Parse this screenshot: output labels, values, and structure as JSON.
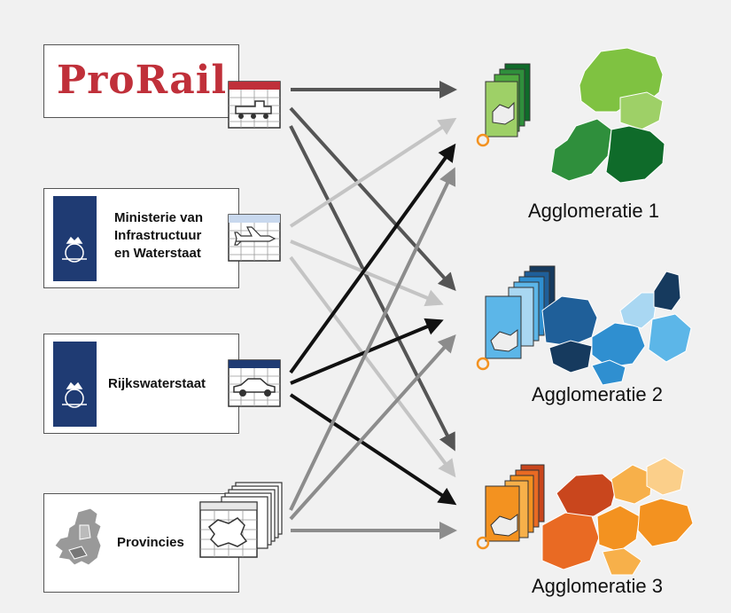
{
  "sources": [
    {
      "id": "prorail",
      "logo_text": "ProRail",
      "label": "",
      "icon": "train-icon",
      "header_color": "#c0303a"
    },
    {
      "id": "ministerie",
      "label_lines": [
        "Ministerie van",
        "Infrastructuur",
        "en Waterstaat"
      ],
      "icon": "airplane-icon",
      "header_color": "#c8d8ee"
    },
    {
      "id": "rijkswaterstaat",
      "label": "Rijkswaterstaat",
      "icon": "car-icon",
      "header_color": "#1f3b73"
    },
    {
      "id": "provincies",
      "label": "Provincies",
      "icon": "province-map-icon",
      "header_color": "#e8e8e8"
    }
  ],
  "agglomerations": [
    {
      "label": "Agglomeratie 1",
      "palette": [
        "#0f6b2a",
        "#2f8f3c",
        "#4faa3f",
        "#7fc241",
        "#9ed067"
      ]
    },
    {
      "label": "Agglomeratie 2",
      "palette": [
        "#163a5e",
        "#1f5f99",
        "#2f8fd0",
        "#5cb6e8",
        "#a9d7f2"
      ]
    },
    {
      "label": "Agglomeratie 3",
      "palette": [
        "#c9461d",
        "#e96a23",
        "#f39220",
        "#f7b04a",
        "#fbcf8a"
      ]
    }
  ],
  "colors": {
    "arrow_dark": "#111111",
    "arrow_mid": "#555555",
    "arrow_gray": "#8c8c8c",
    "arrow_light": "#c4c4c4",
    "flag_blue": "#1f3b73"
  }
}
